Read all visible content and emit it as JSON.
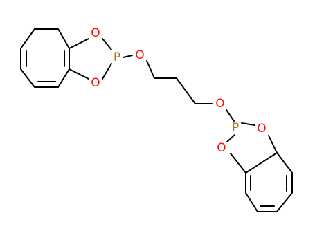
{
  "molecule": {
    "colors": {
      "oxygen": "#ff0d0d",
      "phosphorus": "#a6791a",
      "bond": "#000000"
    },
    "atoms": {
      "o1": "O",
      "o2": "O",
      "p1": "P",
      "o3": "O",
      "o4": "O",
      "p2": "P",
      "o5": "O",
      "o6": "O"
    }
  }
}
